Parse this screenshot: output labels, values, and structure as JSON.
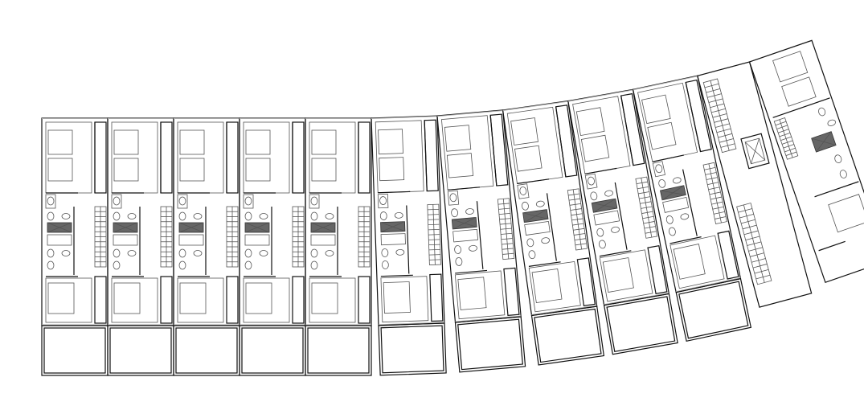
{
  "plan": {
    "type": "floor-plan",
    "typical_unit_count": 10,
    "has_stair_core": true,
    "end_unit_count": 1,
    "colors": {
      "wall": "#111111",
      "fixture": "#555555",
      "glazing": "#aaaaaa"
    }
  }
}
